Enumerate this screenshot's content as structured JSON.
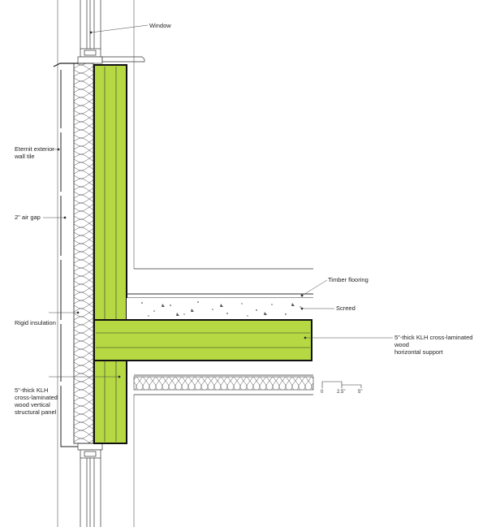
{
  "labels": {
    "window": "Window",
    "eternit": "Eternit exterior\nwall tile",
    "air_gap": "2\" air gap",
    "rigid_insulation": "Rigid insulation",
    "vertical_panel": "5\"-thick KLH\ncross-laminated\nwood vertical\nstructural panel",
    "timber_flooring": "Timber flooring",
    "screed": "Screed",
    "horizontal_support": "5\"-thick KLH cross-laminated wood\nhorizontal support"
  },
  "scale": {
    "zero": "0",
    "mid": "2.5\"",
    "end": "5\""
  },
  "colors": {
    "klh": "#b5d843",
    "line": "#1a1a1a",
    "thin": "#555555"
  }
}
